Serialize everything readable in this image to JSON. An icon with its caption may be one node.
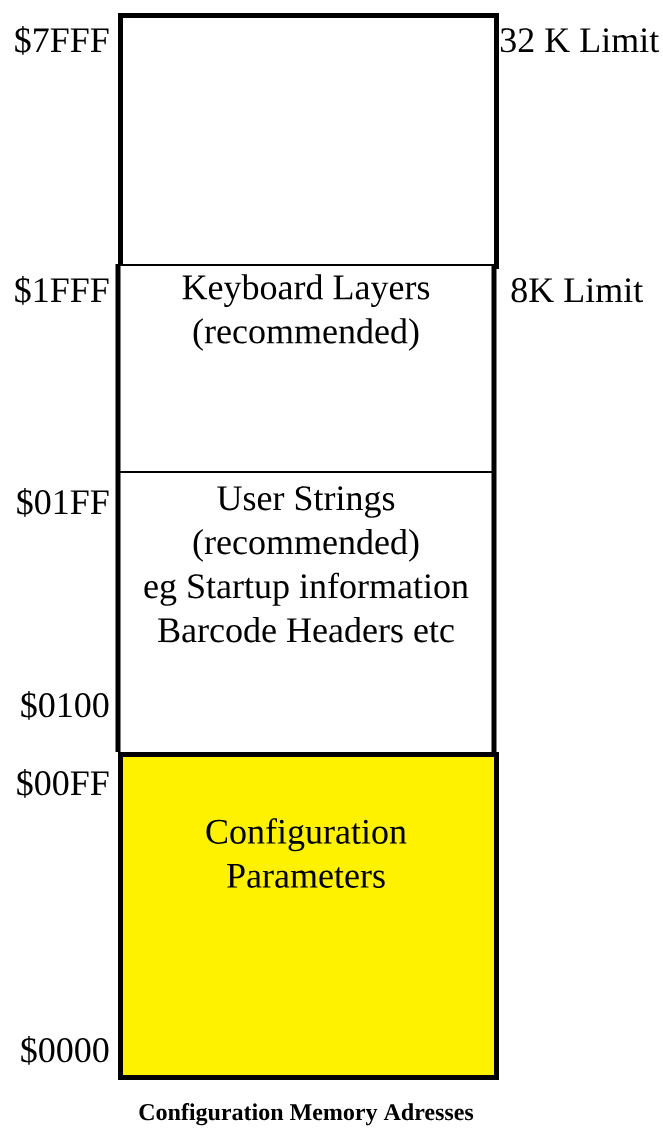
{
  "diagram": {
    "caption": "Configuration Memory Adresses",
    "nodes": [
      {
        "text": [],
        "shape": "box"
      },
      {
        "text": [
          "Keyboard Layers",
          "(recommended)"
        ]
      },
      {
        "text": [
          "User Strings",
          "(recommended)",
          "eg Startup information",
          "Barcode Headers etc"
        ]
      },
      {
        "text": [
          "Configuration",
          "Parameters"
        ]
      }
    ],
    "labels": [
      "$7FFF",
      "32 K Limit",
      "$1FFF",
      "8K Limit",
      "$01FF",
      "$0100",
      "$00FF",
      "$0000"
    ]
  }
}
